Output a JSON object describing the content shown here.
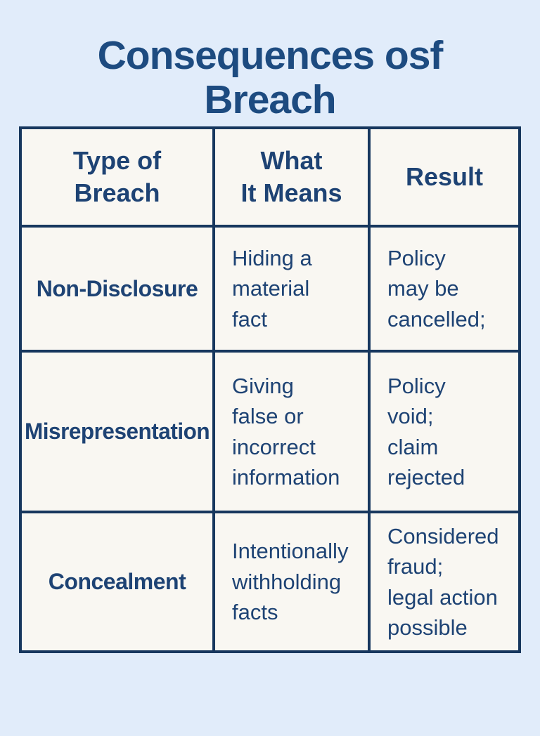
{
  "title": "Consequences osf\nBreach",
  "colors": {
    "page_background": "#e1ecfa",
    "cell_background": "#f9f7f2",
    "border": "#17375e",
    "title_text": "#1d4b80",
    "cell_text": "#1e4374"
  },
  "table": {
    "headers": [
      "Type of\nBreach",
      "What\nIt Means",
      "Result"
    ],
    "rows": [
      {
        "type": "Non-Disclosure",
        "meaning": "Hiding a\nmaterial\nfact",
        "result": "Policy\nmay be\ncancelled;"
      },
      {
        "type": "Misrepresentation",
        "meaning": "Giving\nfalse or\nincorrect\ninformation",
        "result": "Policy\nvoid;\nclaim\nrejected"
      },
      {
        "type": "Concealment",
        "meaning": "Intentionally\nwithholding\nfacts",
        "result": "Considered\nfraud;\nlegal action\npossible"
      }
    ]
  }
}
